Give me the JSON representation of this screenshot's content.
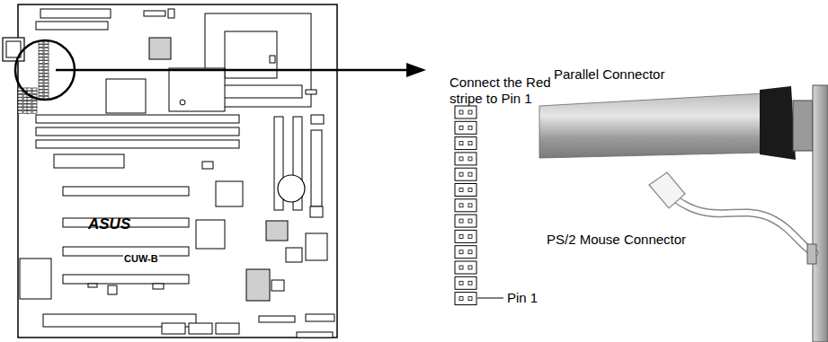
{
  "diagram": {
    "labels": [
      "ASUS",
      "CUW-B",
      "Connect the Red stripe to Pin 1",
      "Parallel Connector",
      "PS/2 Mouse Connector",
      "Pin 1"
    ]
  }
}
